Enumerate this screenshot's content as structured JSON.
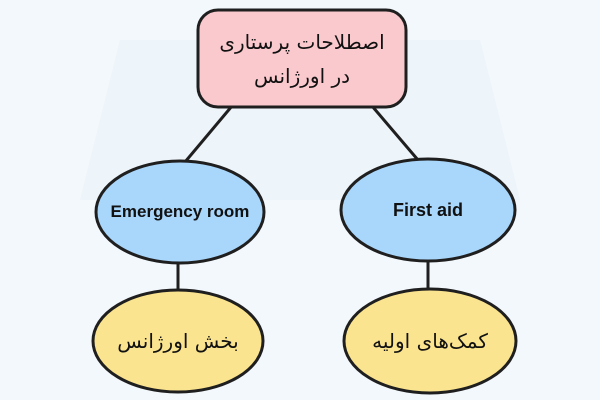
{
  "root": {
    "line1": "اصطلاحات پرستاری",
    "line2": "در اورژانس"
  },
  "nodes": [
    {
      "english": "Emergency room",
      "persian": "بخش اورژانس"
    },
    {
      "english": "First aid",
      "persian": "کمک‌های اولیه"
    }
  ],
  "colors": {
    "root_fill": "#f9c9cd",
    "english_fill": "#a9d6fb",
    "persian_fill": "#fbe48f",
    "stroke": "#1f1f1f"
  }
}
